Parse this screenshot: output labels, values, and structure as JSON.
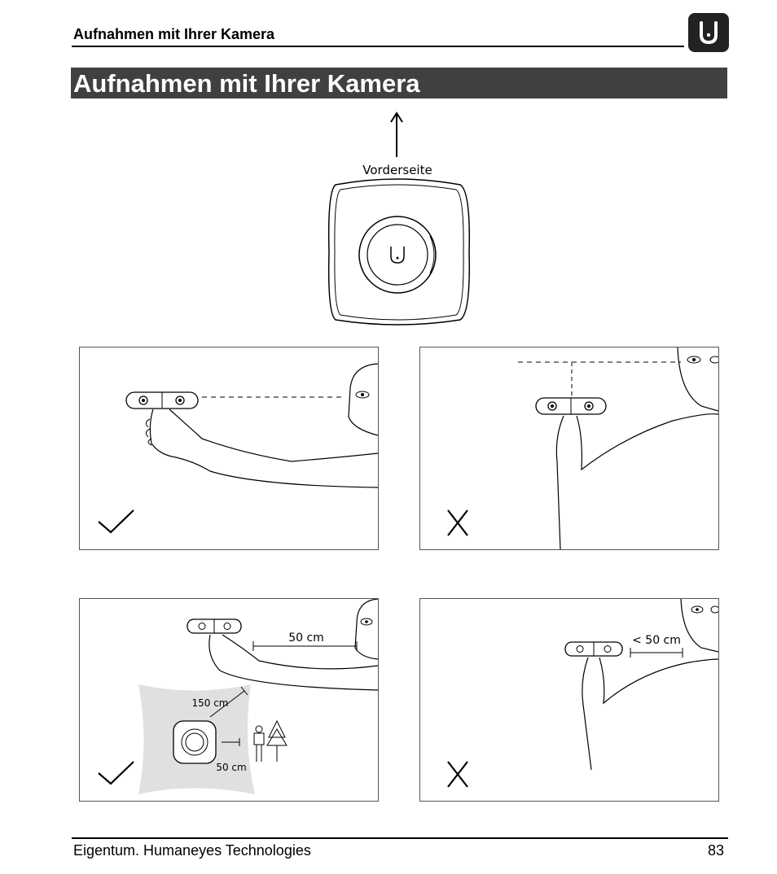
{
  "header": {
    "running_title": "Aufnahmen mit Ihrer Kamera",
    "logo_icon": "humaneyes-u-logo-icon"
  },
  "section": {
    "title": "Aufnahmen mit Ihrer Kamera"
  },
  "hero": {
    "direction_label": "Vorderseite"
  },
  "panels": [
    {
      "verdict": "correct",
      "verdict_icon": "checkmark-icon"
    },
    {
      "verdict": "incorrect",
      "verdict_icon": "cross-icon"
    },
    {
      "verdict": "correct",
      "verdict_icon": "checkmark-icon",
      "distance_label": "50 cm",
      "inset_far_label": "150 cm",
      "inset_near_label": "50 cm"
    },
    {
      "verdict": "incorrect",
      "verdict_icon": "cross-icon",
      "distance_label": "< 50 cm"
    }
  ],
  "footer": {
    "left": "Eigentum. Humaneyes Technologies",
    "page_number": "83"
  }
}
